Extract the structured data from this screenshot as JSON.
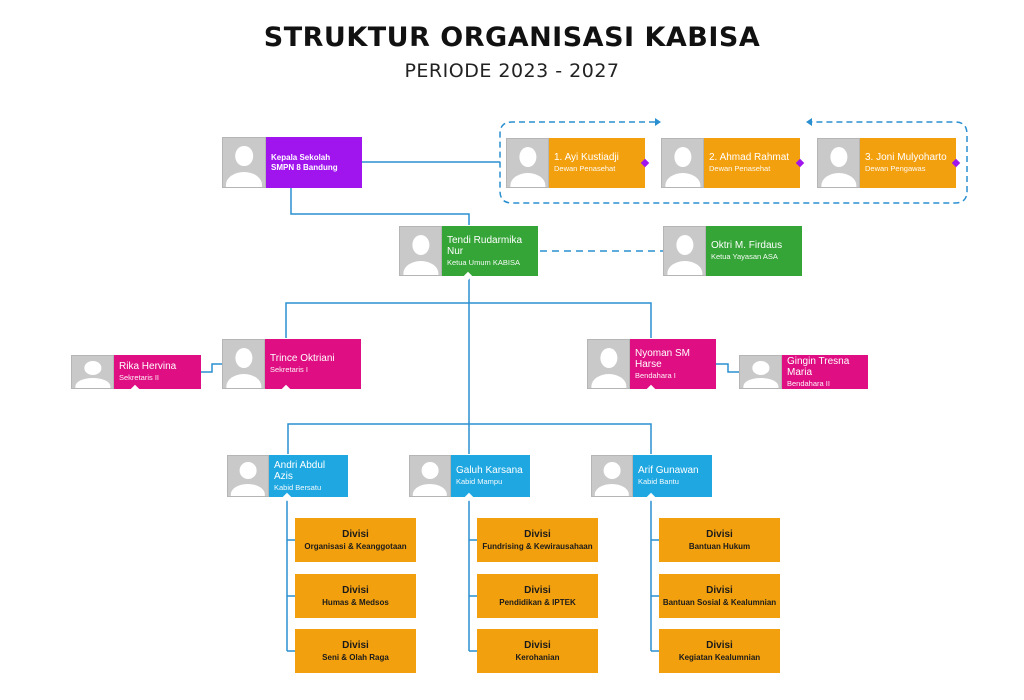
{
  "title": "STRUKTUR ORGANISASI KABISA",
  "subtitle": "PERIODE 2023 - 2027",
  "colors": {
    "purple": "#a014ee",
    "orange": "#f3a00f",
    "green": "#36a538",
    "magenta": "#df0e82",
    "blue": "#1ea7e1",
    "connector": "#2a8fd0"
  },
  "nodes": {
    "kepala": {
      "name": "Kepala Sekolah",
      "role": "SMPN 8 Bandung"
    },
    "penasehat1": {
      "name": "1. Ayi Kustiadji",
      "role": "Dewan Penasehat"
    },
    "penasehat2": {
      "name": "2. Ahmad Rahmat",
      "role": "Dewan Penasehat"
    },
    "pengawas": {
      "name": "3. Joni Mulyoharto",
      "role": "Dewan Pengawas"
    },
    "ketua": {
      "name": "Tendi Rudarmika Nur",
      "role": "Ketua Umum KABISA"
    },
    "yayasan": {
      "name": "Oktri M. Firdaus",
      "role": "Ketua Yayasan ASA"
    },
    "sekretaris1": {
      "name": "Trince Oktriani",
      "role": "Sekretaris I"
    },
    "sekretaris2": {
      "name": "Rika Hervina",
      "role": "Sekretaris II"
    },
    "bendahara1": {
      "name": "Nyoman SM Harse",
      "role": "Bendahara I"
    },
    "bendahara2": {
      "name": "Gingin Tresna Maria",
      "role": "Bendahara II"
    },
    "kabid1": {
      "name": "Andri Abdul Azis",
      "role": "Kabid Bersatu"
    },
    "kabid2": {
      "name": "Galuh Karsana",
      "role": "Kabid Mampu"
    },
    "kabid3": {
      "name": "Arif Gunawan",
      "role": "Kabid Bantu"
    }
  },
  "divisions": {
    "label": "Divisi",
    "col1": [
      "Organisasi & Keanggotaan",
      "Humas & Medsos",
      "Seni & Olah Raga"
    ],
    "col2": [
      "Fundrising & Kewirausahaan",
      "Pendidikan & IPTEK",
      "Kerohanian"
    ],
    "col3": [
      "Bantuan Hukum",
      "Bantuan Sosial & Kealumnian",
      "Kegiatan Kealumnian"
    ]
  }
}
